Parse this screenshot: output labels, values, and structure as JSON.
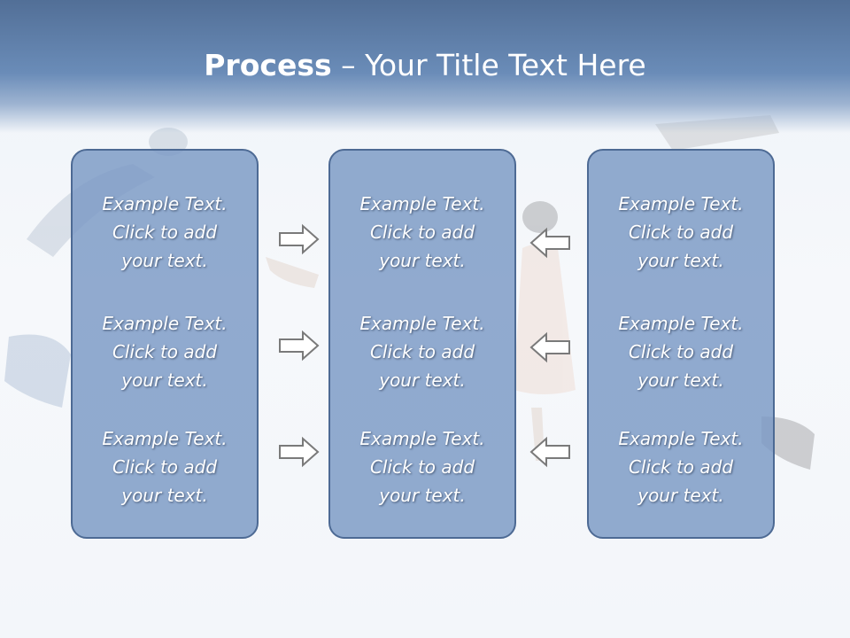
{
  "title": {
    "bold": "Process",
    "rest": " – Your Title Text Here"
  },
  "columns": [
    {
      "items": [
        "Example Text.\nClick  to add\nyour text.",
        "Example Text.\nClick  to add\nyour text.",
        "Example Text.\nClick  to add\nyour text."
      ]
    },
    {
      "items": [
        "Example Text.\nClick  to add\nyour text.",
        "Example Text.\nClick  to add\nyour text.",
        "Example Text.\nClick  to add\nyour text."
      ]
    },
    {
      "items": [
        "Example Text.\nClick  to add\nyour text.",
        "Example Text.\nClick  to add\nyour text.",
        "Example Text.\nClick  to add\nyour text."
      ]
    }
  ],
  "arrows": {
    "left_group": "arrow-right-icon",
    "right_group": "arrow-left-icon"
  },
  "colors": {
    "header": "#6a8cb8",
    "panel": "#7a99c4",
    "panel_border": "#4d6a94",
    "text": "#ffffff"
  }
}
